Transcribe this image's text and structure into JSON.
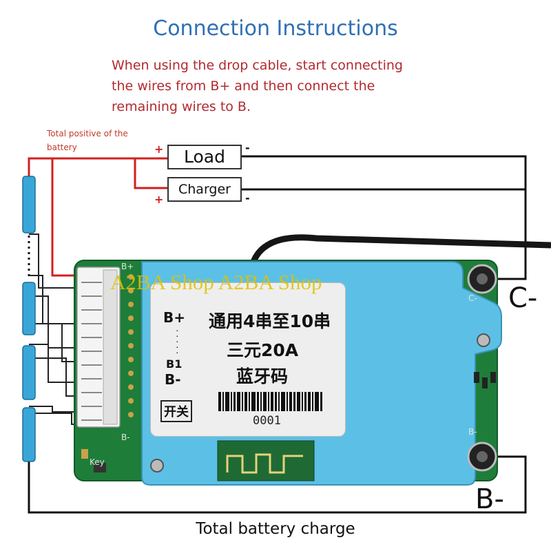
{
  "title": "Connection Instructions",
  "instructions": [
    "When using the drop cable, start connecting",
    "the wires from B+ and then connect the",
    "remaining wires to B."
  ],
  "battery_positive_label": [
    "Total positive of the",
    "battery"
  ],
  "load_label": "Load",
  "charger_label": "Charger",
  "plus_sign": "+",
  "minus_sign": "-",
  "c_minus_label": "C-",
  "b_minus_label": "B-",
  "bottom_label": "Total battery charge",
  "watermark": "A2BA Shop A2BA Shop",
  "sticker": {
    "b_plus": "B+",
    "b1": "B1",
    "b_minus": "B-",
    "line1": "通用4串至10串",
    "line2": "三元20A",
    "line3": "蓝牙码",
    "switch": "开关",
    "code": "0001"
  },
  "pcb_labels": {
    "b_plus": "B+",
    "b_minus_left": "B-",
    "c_minus": "C-",
    "b_minus_right": "B-",
    "key": "Key"
  },
  "colors": {
    "title": "#2f6fb4",
    "instructions": "#b22a2f",
    "positive_wire": "#d21f1f",
    "negative_wire": "#111111",
    "pcb": "#1f7d3a",
    "shield": "#5cc0e6",
    "battery_cell": "#3aa6d8"
  },
  "icons": [
    "battery-cell-icon",
    "balance-connector-icon",
    "screw-terminal-icon",
    "bluetooth-antenna-icon"
  ]
}
